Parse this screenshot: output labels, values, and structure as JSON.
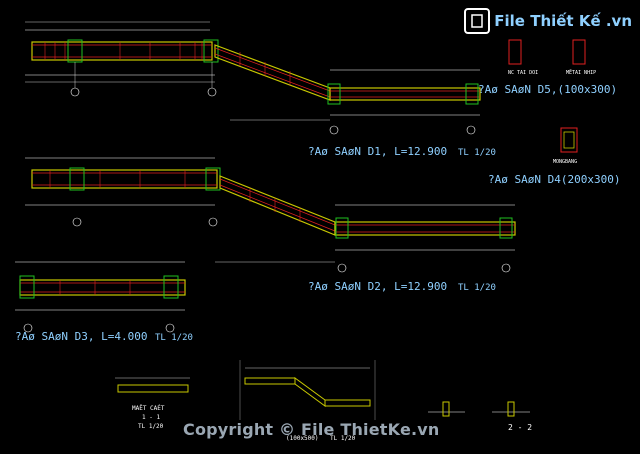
{
  "logo": {
    "text": "File Thiết Kế .vn"
  },
  "copyright": "Copyright © File ThietKe.vn",
  "beams": {
    "d1": {
      "title": "?Aø SAøN D1, L=12.900",
      "scale": "TL 1/20"
    },
    "d2": {
      "title": "?Aø SAøN D2, L=12.900",
      "scale": "TL 1/20"
    },
    "d3": {
      "title": "?Aø SAøN D3, L=4.000",
      "scale": "TL 1/20"
    },
    "d4": {
      "title": "?Aø SAøN D4(200x300)"
    },
    "d5": {
      "title": "?Aø SAøN D5,(100x300)"
    }
  },
  "sections": {
    "mat_cat_1": {
      "label": "MAËT CAÉT",
      "sub": "1 - 1",
      "scale": "TL 1/20"
    },
    "section_2": {
      "label": "2 - 2"
    },
    "mid_scale": "TL 1/20",
    "mid_code": "(100x500)"
  },
  "legend": {
    "nc_tai": "NC TAI DOI",
    "mat_nhip": "MËTAI NHIP",
    "mong_bang": "MONGBANG"
  },
  "colors": {
    "background": "#000000",
    "beam_fill": "#c8c800",
    "rebar": "#e02020",
    "dim": "#ffffff",
    "text_cyan": "#8fd0ff",
    "green": "#20c020"
  }
}
